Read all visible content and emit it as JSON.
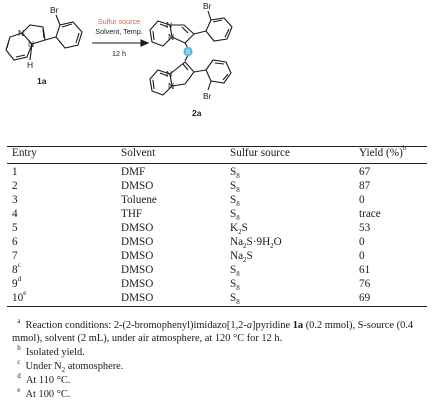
{
  "scheme": {
    "reactant_label": "1a",
    "product_label": "2a",
    "br": "Br",
    "n": "N",
    "h": "H",
    "s": "S",
    "arrow_top_colored": "Sulfur source",
    "arrow_top": "Solvent, Temp.",
    "arrow_bottom": "12 h",
    "accent_color": "#e8612c",
    "sulfur_color": "#5fb8d9"
  },
  "table": {
    "headers": [
      "Entry",
      "Solvent",
      "Sulfur source",
      "Yield (%)"
    ],
    "header_yield_sup": "b",
    "rows": [
      {
        "entry": "1",
        "entry_sup": "",
        "solvent": "DMF",
        "sulfur": {
          "base": "S",
          "sub": "8",
          "rest": ""
        },
        "yield": "67"
      },
      {
        "entry": "2",
        "entry_sup": "",
        "solvent": "DMSO",
        "sulfur": {
          "base": "S",
          "sub": "8",
          "rest": ""
        },
        "yield": "87"
      },
      {
        "entry": "3",
        "entry_sup": "",
        "solvent": "Toluene",
        "sulfur": {
          "base": "S",
          "sub": "8",
          "rest": ""
        },
        "yield": "0"
      },
      {
        "entry": "4",
        "entry_sup": "",
        "solvent": "THF",
        "sulfur": {
          "base": "S",
          "sub": "8",
          "rest": ""
        },
        "yield": "trace"
      },
      {
        "entry": "5",
        "entry_sup": "",
        "solvent": "DMSO",
        "sulfur": {
          "base": "K",
          "sub": "2",
          "rest": "S"
        },
        "yield": "53"
      },
      {
        "entry": "6",
        "entry_sup": "",
        "solvent": "DMSO",
        "sulfur": {
          "base": "Na",
          "sub": "2",
          "rest": "S·9H",
          "sub2": "2",
          "rest2": "O"
        },
        "yield": "0"
      },
      {
        "entry": "7",
        "entry_sup": "",
        "solvent": "DMSO",
        "sulfur": {
          "base": "Na",
          "sub": "2",
          "rest": "S"
        },
        "yield": "0"
      },
      {
        "entry": "8",
        "entry_sup": "c",
        "solvent": "DMSO",
        "sulfur": {
          "base": "S",
          "sub": "8",
          "rest": ""
        },
        "yield": "61"
      },
      {
        "entry": "9",
        "entry_sup": "d",
        "solvent": "DMSO",
        "sulfur": {
          "base": "S",
          "sub": "8",
          "rest": ""
        },
        "yield": "76"
      },
      {
        "entry": "10",
        "entry_sup": "e",
        "solvent": "DMSO",
        "sulfur": {
          "base": "S",
          "sub": "8",
          "rest": ""
        },
        "yield": "69"
      }
    ]
  },
  "footnotes": {
    "a_mark": "a",
    "a_text1": "Reaction conditions: 2-(2-bromophenyl)imidazo[1,2-",
    "a_italic": "a",
    "a_text2": "]pyridine ",
    "a_bold": "1a",
    "a_text3": " (0.2 mmol), S-source (0.4 mmol), solvent (2 mL), under air atmosphere, at 120 °C for 12 h.",
    "b_mark": "b",
    "b_text": "Isolated yield.",
    "c_mark": "c",
    "c_text1": "Under N",
    "c_sub": "2",
    "c_text2": " atomosphere.",
    "d_mark": "d",
    "d_text": "At 110 °C.",
    "e_mark": "e",
    "e_text": "At 100 °C."
  }
}
